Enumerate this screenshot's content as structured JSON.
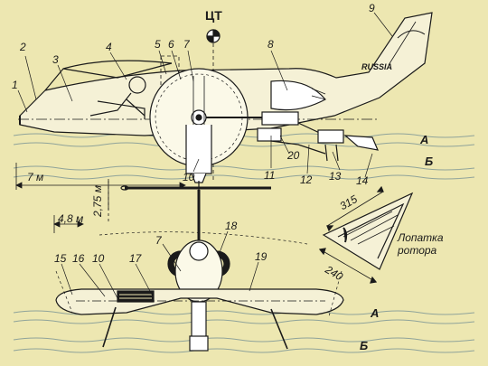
{
  "labels": {
    "cg": "ЦТ",
    "levels": {
      "a_top": "А",
      "b_top": "Б",
      "a_bottom": "А",
      "b_bottom": "Б"
    },
    "dims": {
      "d7m": "7 м",
      "d275m": "2,75 м",
      "d48m": "4,8 м",
      "d315": "315",
      "d240": "240"
    },
    "rotor_blade": [
      "Лопатка",
      "ротора"
    ],
    "tail_marking": "RUSSIA",
    "callouts": [
      "1",
      "2",
      "3",
      "4",
      "5",
      "6",
      "7",
      "8",
      "9",
      "10",
      "11",
      "12",
      "13",
      "14",
      "20",
      "15",
      "16",
      "10",
      "17",
      "7",
      "18",
      "19"
    ]
  },
  "colors": {
    "background": "#ede7b1",
    "ink": "#1a1a1a",
    "water": "#9fb0a8",
    "fill_light": "#f5f1d6"
  }
}
